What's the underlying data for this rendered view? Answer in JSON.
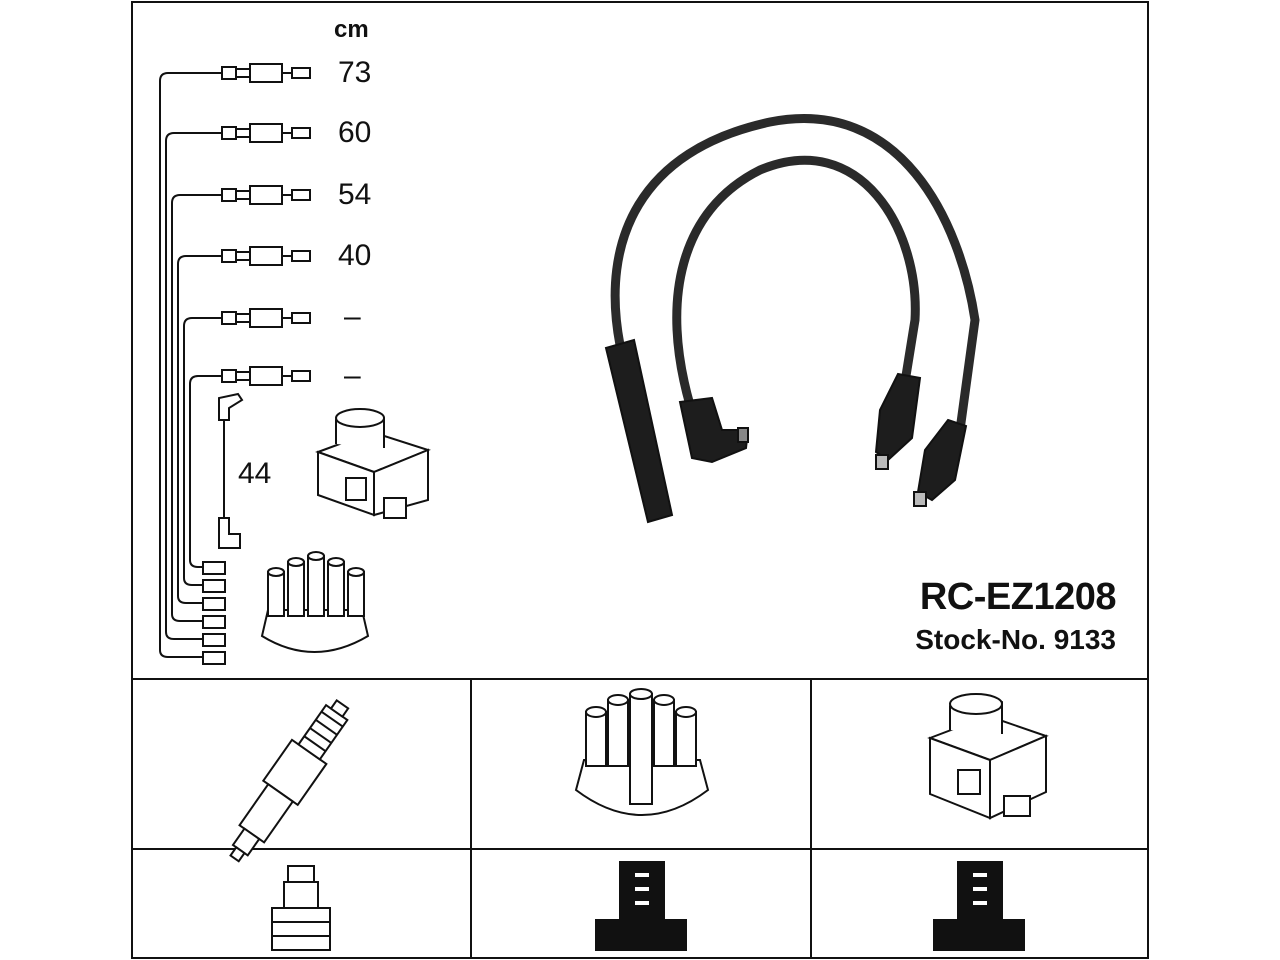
{
  "unit_label": "cm",
  "lead_lengths": [
    "73",
    "60",
    "54",
    "40",
    "–",
    "–"
  ],
  "coil_lead_length": "44",
  "part_number": "RC-EZ1208",
  "stock_number": "Stock-No. 9133",
  "colors": {
    "line": "#111111",
    "background": "#ffffff",
    "cable": "#2a2a2a"
  }
}
